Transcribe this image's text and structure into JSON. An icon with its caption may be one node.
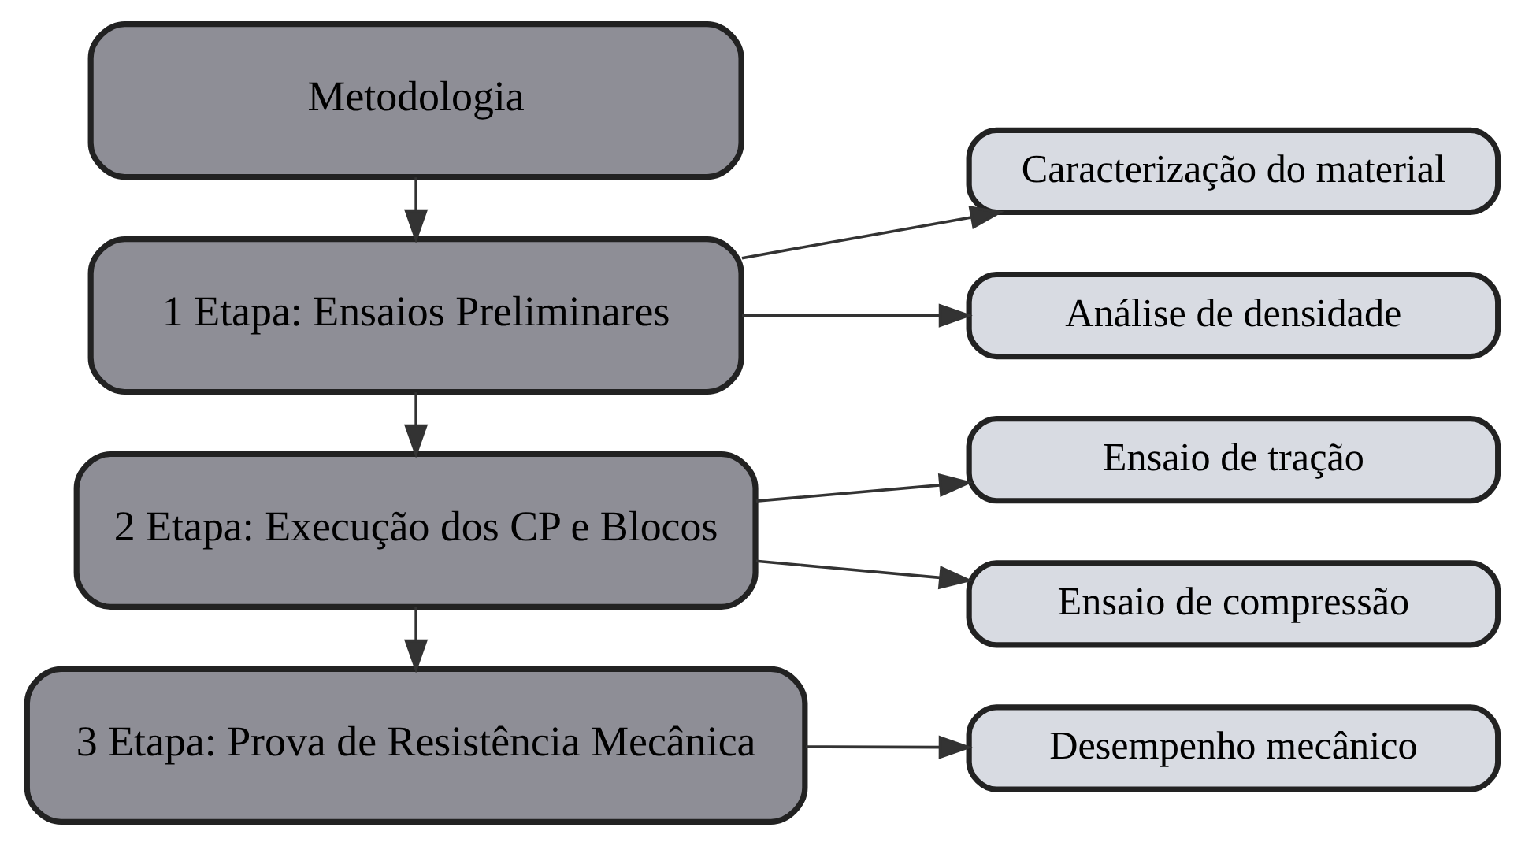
{
  "diagram": {
    "nodes": [
      {
        "text": [
          "Metodologia"
        ]
      },
      {
        "text": [
          "1 Etapa: Ensaios Preliminares"
        ]
      },
      {
        "text": [
          "2 Etapa: Execução dos CP e Blocos"
        ]
      },
      {
        "text": [
          "3 Etapa: Prova de Resistência Mecânica"
        ]
      },
      {
        "text": [
          "Caracterização do material"
        ]
      },
      {
        "text": [
          "Análise de densidade"
        ]
      },
      {
        "text": [
          "Ensaio de tração"
        ]
      },
      {
        "text": [
          "Ensaio de compressão"
        ]
      },
      {
        "text": [
          "Desempenho mecânico"
        ]
      }
    ],
    "edges": [
      {
        "from": 0,
        "to": 1,
        "arrow": "to"
      },
      {
        "from": 1,
        "to": 2,
        "arrow": "to"
      },
      {
        "from": 2,
        "to": 3,
        "arrow": "to"
      },
      {
        "from": 1,
        "to": 4,
        "arrow": "to"
      },
      {
        "from": 1,
        "to": 5,
        "arrow": "to"
      },
      {
        "from": 2,
        "to": 6,
        "arrow": "to"
      },
      {
        "from": 2,
        "to": 7,
        "arrow": "to"
      },
      {
        "from": 3,
        "to": 8,
        "arrow": "to"
      }
    ]
  }
}
